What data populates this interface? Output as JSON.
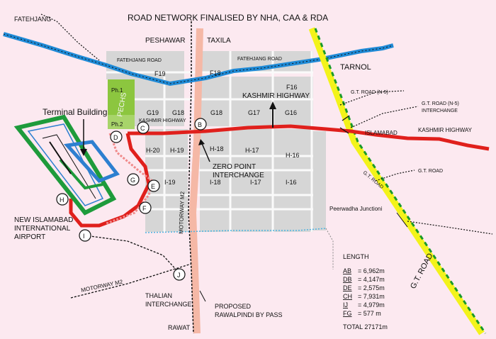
{
  "title": "ROAD NETWORK FINALISED BY NHA, CAA & RDA",
  "places": {
    "fatehjang": "FATEHJANG",
    "peshawar": "PESHAWAR",
    "taxila": "TAXILA",
    "tarnol": "TARNOL",
    "rawat": "RAWAT"
  },
  "roads": {
    "fatehjang_road_1": "FATEHJANG ROAD",
    "fatehjang_road_2": "FATEHJANG ROAD",
    "kashmir_highway_top": "KASHMIR HIGHWAY",
    "kashmir_highway_small": "KASHMIR HIGHWAY",
    "kashmir_highway_right": "KASHMIR HIGHWAY",
    "islamabad": "ISLAMABAD",
    "gt_road_n5": "G.T. ROAD (N-5)",
    "gt_road_n5_interchange_1": "G.T. ROAD (N-5)",
    "gt_road_n5_interchange_2": "INTERCHANGE",
    "gt_road_small": "G.T. ROAD",
    "gt_road_diag": "G.T. ROAD",
    "gt_road_big": "G.T. ROAD",
    "motorway_m2_vertical": "MOTORWAY M2",
    "motorway_m2_bottom": "MOTORWAY M2",
    "peerwadha": "Peerwadha Junctioni"
  },
  "sectors": {
    "f19": "F19",
    "f18": "F18",
    "f16": "F16",
    "g19": "G19",
    "g18a": "G18",
    "g18": "G18",
    "g17": "G17",
    "g16": "G16",
    "h20": "H-20",
    "h19": "H-19",
    "h18": "H-18",
    "h17": "H-17",
    "h16": "H-16",
    "i19": "I-19",
    "i18": "I-18",
    "i17": "I-17",
    "i16": "I-16"
  },
  "pechs": {
    "name": "PECHS",
    "ph1": "Ph.1",
    "ph2": "Ph.2"
  },
  "annotations": {
    "terminal": "Terminal Building",
    "zero_point_1": "ZERO POINT",
    "zero_point_2": "INTERCHANGE",
    "airport_1": "NEW ISLAMABAD",
    "airport_2": "INTERNATIONAL",
    "airport_3": "AIRPORT",
    "thalian_1": "THALIAN",
    "thalian_2": "INTERCHANGE",
    "bypass_1": "PROPOSED",
    "bypass_2": "RAWALPINDI BY PASS"
  },
  "points": {
    "b": "B",
    "c": "C",
    "d": "D",
    "e": "E",
    "f": "F",
    "g": "G",
    "h": "H",
    "i": "I",
    "j": "J"
  },
  "length": {
    "heading": "LENGTH",
    "rows": [
      {
        "code": "AB",
        "value": "= 6,962m"
      },
      {
        "code": "DB",
        "value": "= 4,147m"
      },
      {
        "code": "DE",
        "value": "= 2,575m"
      },
      {
        "code": "CH",
        "value": "= 7,931m"
      },
      {
        "code": "IJ",
        "value": "= 4,979m"
      },
      {
        "code": "FG",
        "value": "= 577  m"
      }
    ],
    "total": "TOTAL 27171m"
  },
  "colors": {
    "background": "#fce9f0",
    "sectors": "#d6d6d6",
    "motorway_blue": "#1f8ad6",
    "highway_red": "#e0201c",
    "gt_road_yellow": "#f3f31a",
    "gt_road_green": "#1a9a2a",
    "pechs_green": "#8cc63f",
    "runway_green": "#1e9b3b",
    "terminal_blue": "#2d7fd0",
    "bypass_pink": "#f5b8a6",
    "dotted_red": "#f08a8a"
  }
}
